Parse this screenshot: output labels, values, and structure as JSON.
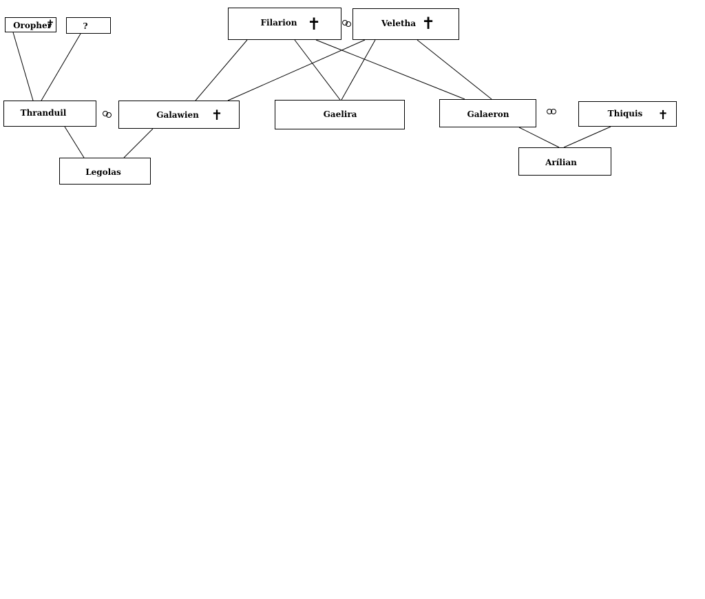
{
  "diagram": {
    "type": "family-tree",
    "nodes": [
      {
        "id": "oropher",
        "label": "Oropher",
        "deceased": true
      },
      {
        "id": "unknown",
        "label": "?",
        "deceased": false
      },
      {
        "id": "filarion",
        "label": "Filarion",
        "deceased": true
      },
      {
        "id": "veletha",
        "label": "Veletha",
        "deceased": true
      },
      {
        "id": "thranduil",
        "label": "Thranduil",
        "deceased": false
      },
      {
        "id": "galawien",
        "label": "Galawien",
        "deceased": true
      },
      {
        "id": "gaelira",
        "label": "Gaelira",
        "deceased": false
      },
      {
        "id": "galaeron",
        "label": "Galaeron",
        "deceased": false
      },
      {
        "id": "thiquis",
        "label": "Thiquis",
        "deceased": true
      },
      {
        "id": "legolas",
        "label": "Legolas",
        "deceased": false
      },
      {
        "id": "arilian",
        "label": "Arílian",
        "deceased": false
      }
    ],
    "marriages": [
      {
        "a": "filarion",
        "b": "veletha"
      },
      {
        "a": "thranduil",
        "b": "galawien"
      },
      {
        "a": "galaeron",
        "b": "thiquis"
      }
    ],
    "parentage": [
      {
        "child": "thranduil",
        "parents": [
          "oropher",
          "unknown"
        ]
      },
      {
        "child": "galawien",
        "parents": [
          "filarion",
          "veletha"
        ]
      },
      {
        "child": "gaelira",
        "parents": [
          "filarion",
          "veletha"
        ]
      },
      {
        "child": "galaeron",
        "parents": [
          "filarion",
          "veletha"
        ]
      },
      {
        "child": "legolas",
        "parents": [
          "thranduil",
          "galawien"
        ]
      },
      {
        "child": "arilian",
        "parents": [
          "galaeron",
          "thiquis"
        ]
      }
    ],
    "symbols": {
      "deceased": "✝",
      "marriage": "rings-icon"
    }
  }
}
